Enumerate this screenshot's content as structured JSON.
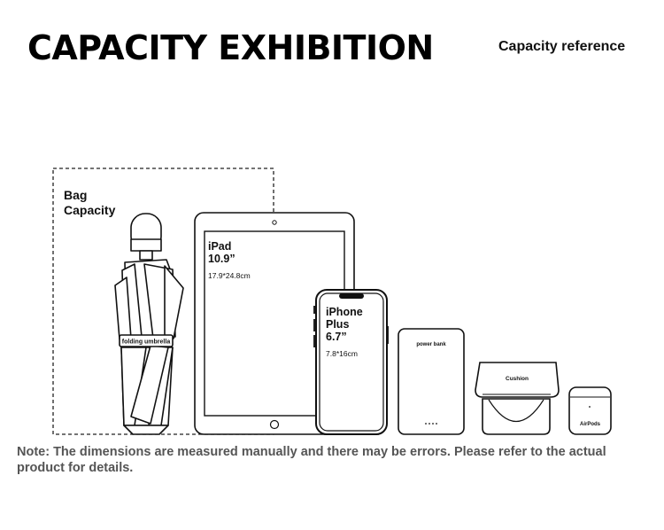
{
  "header": {
    "title": "CAPACITY EXHIBITION",
    "reference": "Capacity reference"
  },
  "bag": {
    "label_line1": "Bag",
    "label_line2": "Capacity"
  },
  "items": {
    "umbrella": {
      "label": "folding umbrella"
    },
    "ipad": {
      "name_line1": "iPad",
      "name_line2": "10.9”",
      "size": "17.9*24.8cm"
    },
    "iphone": {
      "name_line1": "iPhone",
      "name_line2": "Plus",
      "name_line3": "6.7”",
      "size": "7.8*16cm"
    },
    "power_bank": {
      "label": "power bank"
    },
    "cushion": {
      "label": "Cushion"
    },
    "airpods": {
      "label": "AirPods"
    }
  },
  "footer": {
    "note": "Note: The dimensions are measured manually and there may be errors. Please refer to the actual product for details."
  }
}
